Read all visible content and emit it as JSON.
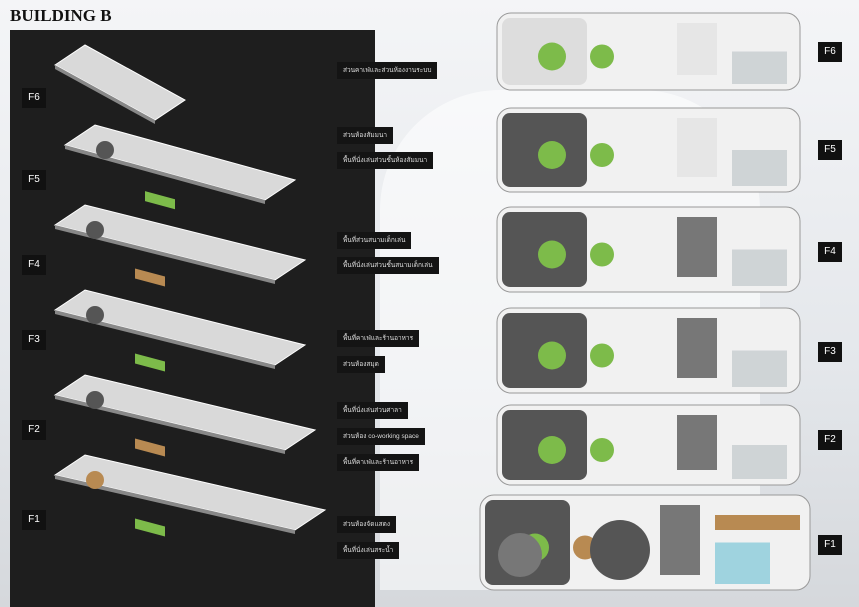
{
  "title": "BUILDING B",
  "floors": [
    {
      "label": "F6",
      "notes": [
        "ส่วนคาเฟ่และส่วนห้องงานระบบ"
      ]
    },
    {
      "label": "F5",
      "notes": [
        "ส่วนห้องสัมมนา",
        "พื้นที่นั่งเล่นส่วนชั้นห้องสัมมนา"
      ]
    },
    {
      "label": "F4",
      "notes": [
        "พื้นที่ส่วนสนามเด็กเล่น",
        "พื้นที่นั่งเล่นส่วนชั้นสนามเด็กเล่น"
      ]
    },
    {
      "label": "F3",
      "notes": [
        "พื้นที่คาเฟ่และร้านอาหาร",
        "ส่วนห้องสมุด"
      ]
    },
    {
      "label": "F2",
      "notes": [
        "พื้นที่นั่งเล่นส่วนศาลา",
        "ส่วนห้อง co-working space",
        "พื้นที่คาเฟ่และร้านอาหาร"
      ]
    },
    {
      "label": "F1",
      "notes": [
        "ส่วนห้องจัดแสดง",
        "พื้นที่นั่งเล่นสระน้ำ"
      ]
    }
  ],
  "colors": {
    "panel": "#1e1e1e",
    "green": "#7dbb4a",
    "wood": "#b88a52",
    "water": "#9fd3df"
  }
}
